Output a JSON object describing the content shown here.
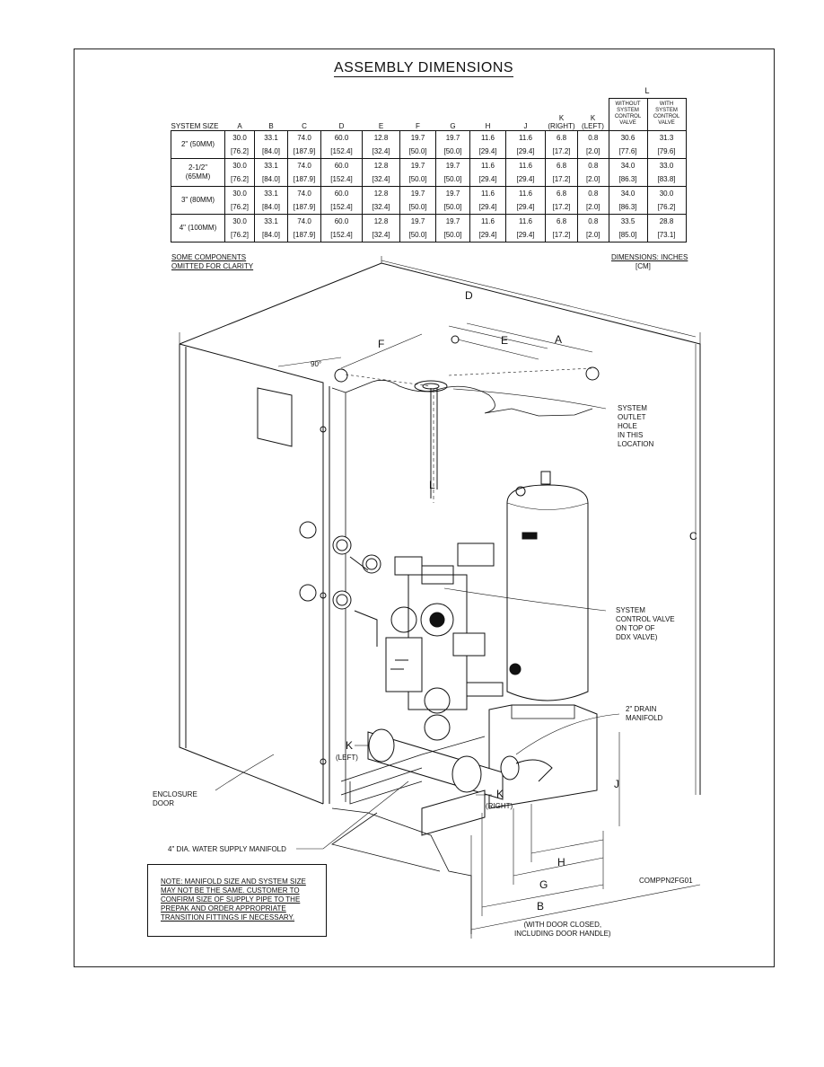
{
  "title": "ASSEMBLY DIMENSIONS",
  "table": {
    "system_size_label": "SYSTEM SIZE",
    "l_header": "L",
    "l_without": [
      "WITHOUT",
      "SYSTEM",
      "CONTROL",
      "VALVE"
    ],
    "l_with": [
      "WITH",
      "SYSTEM",
      "CONTROL",
      "VALVE"
    ],
    "columns": [
      "A",
      "B",
      "C",
      "D",
      "E",
      "F",
      "G",
      "H",
      "J",
      "K",
      "K"
    ],
    "k_right": "(RIGHT)",
    "k_left": "(LEFT)",
    "rows": [
      {
        "size": [
          "2\" (50MM)"
        ],
        "inch": [
          "30.0",
          "33.1",
          "74.0",
          "60.0",
          "12.8",
          "19.7",
          "19.7",
          "11.6",
          "11.6",
          "6.8",
          "0.8",
          "30.6",
          "31.3"
        ],
        "cm": [
          "[76.2]",
          "[84.0]",
          "[187.9]",
          "[152.4]",
          "[32.4]",
          "[50.0]",
          "[50.0]",
          "[29.4]",
          "[29.4]",
          "[17.2]",
          "[2.0]",
          "[77.6]",
          "[79.6]"
        ]
      },
      {
        "size": [
          "2-1/2\"",
          "(65MM)"
        ],
        "inch": [
          "30.0",
          "33.1",
          "74.0",
          "60.0",
          "12.8",
          "19.7",
          "19.7",
          "11.6",
          "11.6",
          "6.8",
          "0.8",
          "34.0",
          "33.0"
        ],
        "cm": [
          "[76.2]",
          "[84.0]",
          "[187.9]",
          "[152.4]",
          "[32.4]",
          "[50.0]",
          "[50.0]",
          "[29.4]",
          "[29.4]",
          "[17.2]",
          "[2.0]",
          "[86.3]",
          "[83.8]"
        ]
      },
      {
        "size": [
          "3\" (80MM)"
        ],
        "inch": [
          "30.0",
          "33.1",
          "74.0",
          "60.0",
          "12.8",
          "19.7",
          "19.7",
          "11.6",
          "11.6",
          "6.8",
          "0.8",
          "34.0",
          "30.0"
        ],
        "cm": [
          "[76.2]",
          "[84.0]",
          "[187.9]",
          "[152.4]",
          "[32.4]",
          "[50.0]",
          "[50.0]",
          "[29.4]",
          "[29.4]",
          "[17.2]",
          "[2.0]",
          "[86.3]",
          "[76.2]"
        ]
      },
      {
        "size": [
          "4\" (100MM)"
        ],
        "inch": [
          "30.0",
          "33.1",
          "74.0",
          "60.0",
          "12.8",
          "19.7",
          "19.7",
          "11.6",
          "11.6",
          "6.8",
          "0.8",
          "33.5",
          "28.8"
        ],
        "cm": [
          "[76.2]",
          "[84.0]",
          "[187.9]",
          "[152.4]",
          "[32.4]",
          "[50.0]",
          "[50.0]",
          "[29.4]",
          "[29.4]",
          "[17.2]",
          "[2.0]",
          "[85.0]",
          "[73.1]"
        ]
      }
    ]
  },
  "labels": {
    "omitted_1": "SOME COMPONENTS",
    "omitted_2": "OMITTED FOR CLARITY",
    "dims_1": "DIMENSIONS: INCHES",
    "dims_2": "[CM]",
    "angle": "90°",
    "outlet": [
      "SYSTEM",
      "OUTLET",
      "HOLE",
      "IN THIS",
      "LOCATION"
    ],
    "control_valve": [
      "SYSTEM",
      "CONTROL VALVE",
      "ON TOP OF",
      "DDX VALVE)"
    ],
    "drain": [
      "2\" DRAIN",
      "MANIFOLD"
    ],
    "enclosure": [
      "ENCLOSURE",
      "DOOR"
    ],
    "supply_manifold": "4\" DIA. WATER SUPPLY MANIFOLD",
    "k_left_letter": "K",
    "k_left_sub": "(LEFT)",
    "k_right_letter": "K",
    "k_right_sub": "(RIGHT)",
    "door_closed": [
      "(WITH DOOR CLOSED,",
      "INCLUDING DOOR HANDLE)"
    ],
    "drawing_code": "COMPPN2FG01",
    "dim_letters": {
      "D": "D",
      "F": "F",
      "E": "E",
      "A": "A",
      "C": "C",
      "L": "L",
      "J": "J",
      "H": "H",
      "G": "G",
      "B": "B"
    }
  },
  "note": [
    "NOTE: MANIFOLD SIZE AND SYSTEM SIZE",
    "MAY NOT BE THE SAME. CUSTOMER TO",
    "CONFIRM SIZE OF SUPPLY PIPE TO THE",
    "PREPAK AND ORDER APPROPRIATE",
    "TRANSITION FITTINGS IF NECESSARY."
  ]
}
